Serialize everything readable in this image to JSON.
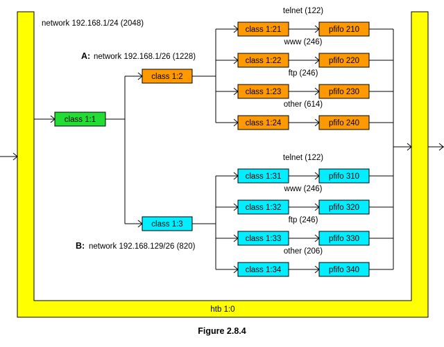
{
  "colors": {
    "background": "#ffffff",
    "htb_frame": "#ffff00",
    "root_class": "#22dd33",
    "branch_a": "#ff9900",
    "branch_b": "#00eeff",
    "line": "#000000"
  },
  "htb": {
    "label": "htb 1:0"
  },
  "network_total": {
    "label": "network 192.168.1/24 (2048)"
  },
  "root": {
    "class_label": "class 1:1"
  },
  "branch_a": {
    "tag": "A:",
    "network": "network 192.168.1/26 (1228)",
    "class_label": "class 1:2",
    "leaves": [
      {
        "service": "telnet (122)",
        "class_label": "class 1:21",
        "qdisc": "pfifo 210"
      },
      {
        "service": "www (246)",
        "class_label": "class 1:22",
        "qdisc": "pfifo 220"
      },
      {
        "service": "ftp (246)",
        "class_label": "class 1:23",
        "qdisc": "pfifo 230"
      },
      {
        "service": "other (614)",
        "class_label": "class 1:24",
        "qdisc": "pfifo 240"
      }
    ]
  },
  "branch_b": {
    "tag": "B:",
    "network": "network 192.168.129/26 (820)",
    "class_label": "class 1:3",
    "leaves": [
      {
        "service": "telnet (122)",
        "class_label": "class 1:31",
        "qdisc": "pfifo 310"
      },
      {
        "service": "www (246)",
        "class_label": "class 1:32",
        "qdisc": "pfifo 320"
      },
      {
        "service": "ftp (246)",
        "class_label": "class 1:33",
        "qdisc": "pfifo 330"
      },
      {
        "service": "other (206)",
        "class_label": "class 1:34",
        "qdisc": "pfifo 340"
      }
    ]
  },
  "caption": "Figure 2.8.4"
}
